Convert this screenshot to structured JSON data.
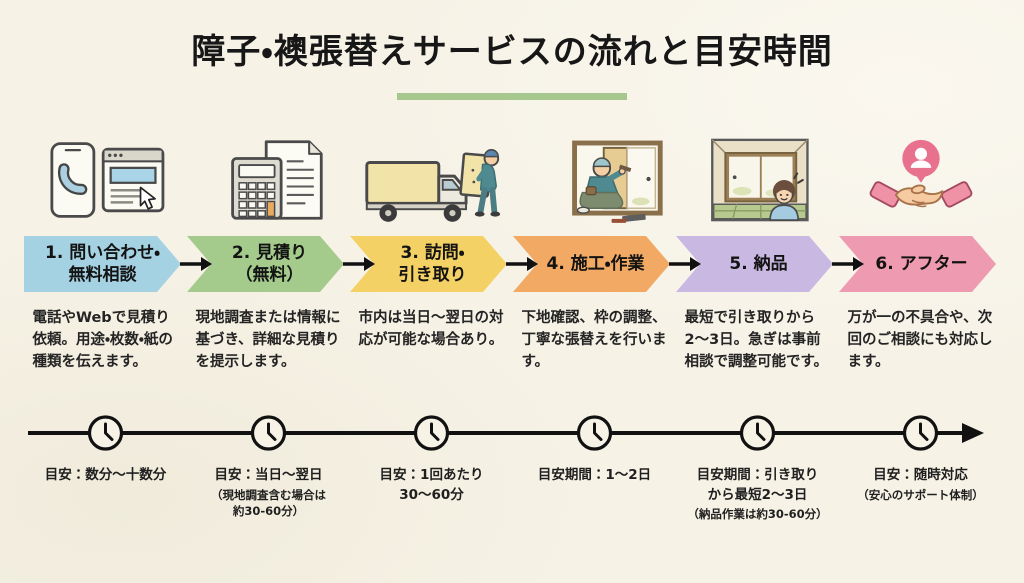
{
  "page": {
    "title": "障子・襖張替えサービスの流れと目安時間",
    "accent_color": "#a6c88e",
    "background_color": "#f6f2e6"
  },
  "steps": [
    {
      "label": "1. 問い合わせ・\n無料相談",
      "color": "#a5d2e3",
      "icon": "phone-web-icon",
      "description": "電話やWebで見積り依頼。用途・枚数・紙の種類を伝えます。",
      "time": "目安：数分〜十数分",
      "time_note": ""
    },
    {
      "label": "2. 見積り\n（無料）",
      "color": "#a4cb8c",
      "icon": "calculator-document-icon",
      "description": "現地調査または情報に基づき、詳細な見積りを提示します。",
      "time": "目安：当日〜翌日",
      "time_note": "（現地調査含む場合は\n約30-60分）"
    },
    {
      "label": "3. 訪問・\n引き取り",
      "color": "#f4d164",
      "icon": "truck-pickup-icon",
      "description": "市内は当日〜翌日の対応が可能な場合あり。",
      "time": "目安：1回あたり\n30〜60分",
      "time_note": ""
    },
    {
      "label": "4. 施工・作業",
      "color": "#f1a964",
      "icon": "craftsman-work-icon",
      "description": "下地確認、枠の調整、丁寧な張替えを行います。",
      "time": "目安期間：1〜2日",
      "time_note": ""
    },
    {
      "label": "5. 納品",
      "color": "#c9b8e2",
      "icon": "delivered-room-icon",
      "description": "最短で引き取りから2〜3日。急ぎは事前相談で調整可能です。",
      "time": "目安期間：引き取り\nから最短2〜3日",
      "time_note": "（納品作業は約30-60分）"
    },
    {
      "label": "6. アフター",
      "color": "#ee9ab0",
      "icon": "handshake-icon",
      "description": "万が一の不具合や、次回のご相談にも対応します。",
      "time": "目安：随時対応",
      "time_note": "（安心のサポート体制）"
    }
  ]
}
